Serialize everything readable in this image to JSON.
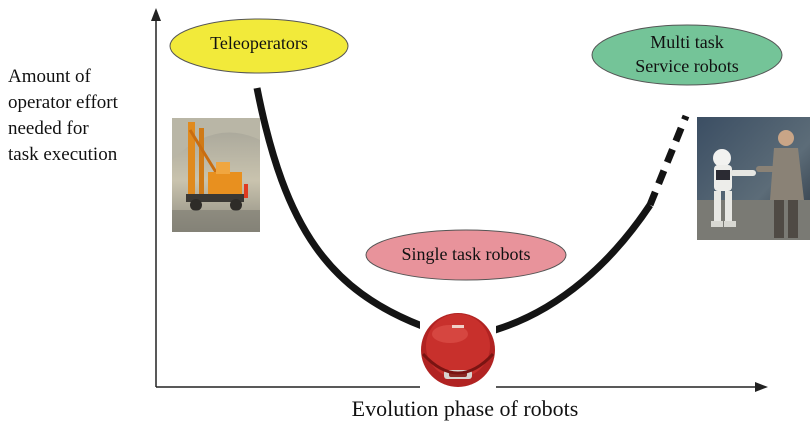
{
  "axes": {
    "y_label_lines": [
      "Amount of",
      "operator effort",
      "needed for",
      "task execution"
    ],
    "x_label": "Evolution phase of robots"
  },
  "stages": [
    {
      "id": "teleoperators",
      "label_lines": [
        "Teleoperators"
      ],
      "fill": "#f2ea3a"
    },
    {
      "id": "single-task",
      "label_lines": [
        "Single task robots"
      ],
      "fill": "#e8939b"
    },
    {
      "id": "multi-task",
      "label_lines": [
        "Multi task",
        "Service robots"
      ],
      "fill": "#74c498"
    }
  ],
  "images": [
    {
      "id": "mining-teleoperator-photo",
      "icon": "excavator-icon"
    },
    {
      "id": "robot-vacuum-photo",
      "icon": "robot-vacuum-icon"
    },
    {
      "id": "humanoid-robot-photo",
      "icon": "humanoid-robot-icon"
    }
  ],
  "colors": {
    "curve": "#141414",
    "axis": "#222222"
  }
}
